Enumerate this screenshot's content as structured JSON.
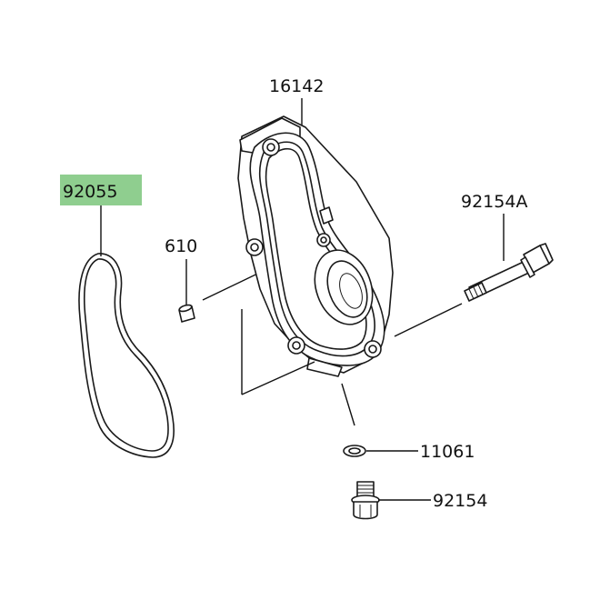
{
  "parts": {
    "gasket": {
      "number": "92055",
      "highlight_color": "#8fce8f"
    },
    "cover": {
      "number": "16142"
    },
    "dowel_pin": {
      "number": "610"
    },
    "long_bolt": {
      "number": "92154A"
    },
    "washer": {
      "number": "11061"
    },
    "drain_bolt": {
      "number": "92154"
    }
  },
  "colors": {
    "line": "#111111",
    "background": "#ffffff"
  }
}
